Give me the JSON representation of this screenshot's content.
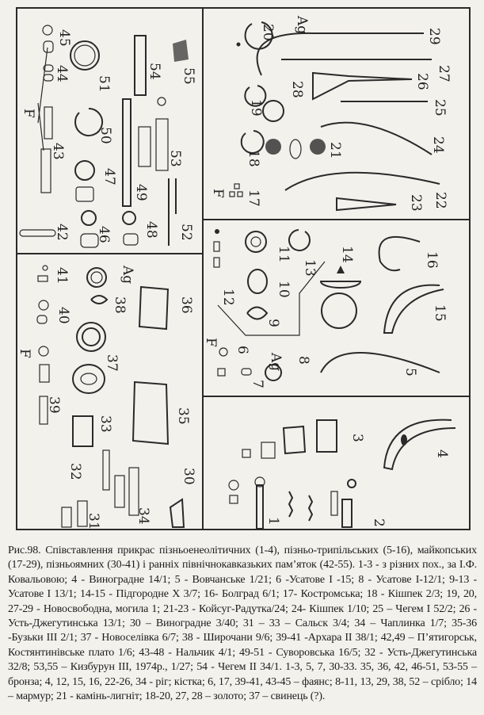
{
  "figure": {
    "labels": {
      "n1": "1",
      "n2": "2",
      "n3": "3",
      "n4": "4",
      "n5": "5",
      "n6": "6",
      "n7": "7",
      "n8": "8",
      "n9": "9",
      "n10": "10",
      "n11": "11",
      "n12": "12",
      "n13": "13",
      "n14": "14",
      "n15": "15",
      "n16": "16",
      "n17": "17",
      "n18": "18",
      "n19": "19",
      "n20": "20",
      "n21": "21",
      "n22": "22",
      "n23": "23",
      "n24": "24",
      "n25": "25",
      "n26": "26",
      "n27": "27",
      "n28": "28",
      "n29": "29",
      "n30": "30",
      "n31": "31",
      "n32": "32",
      "n33": "33",
      "n34": "34",
      "n35": "35",
      "n36": "36",
      "n37": "37",
      "n38": "38",
      "n39": "39",
      "n40": "40",
      "n41": "41",
      "n42": "42",
      "n43": "43",
      "n44": "44",
      "n45": "45",
      "n46": "46",
      "n47": "47",
      "n48": "48",
      "n49": "49",
      "n50": "50",
      "n51": "51",
      "n52": "52",
      "n53": "53",
      "n54": "54",
      "n55": "55",
      "f": "F",
      "ag": "Ag"
    }
  },
  "caption": {
    "text": "Рис.98. Співставлення прикрас пізньоенеолітичних (1-4), пізньо-трипільських (5-16), майкопських (17-29), пізньоямних (30-41) і ранніх північнокавказьких пам’яток (42-55). 1-3 - з різних пох., за І.Ф. Ковальовою; 4 - Виноградне 14/1; 5 - Вовчанське 1/21; 6 -Усатове I -15; 8 - Усатове I-12/1; 9-13 - Усатове I 13/1; 14-15 - Підгородне X 3/7; 16- Болград 6/1; 17- Костромська; 18 - Кішпек 2/3; 19, 20, 27-29 - Новосвободна, могила 1; 21-23 - Койсуг-Радутка/24; 24- Кішпек 1/10; 25 – Чегем I 52/2; 26 - Усть-Джегутинська 13/1; 30 – Виноградне 3/40; 31 – 33 – Сальск 3/4; 34 – Чаплинка 1/7; 35-36 -Бузьки III 2/1; 37 - Новоселівка 6/7; 38 - Широчани 9/6; 39-41 -Архара II 38/1; 42,49 – П’ятигорськ, Костянтинівське плато 1/6; 43-48 - Нальчик 4/1; 49-51 - Суворовська 16/5; 32 - Усть-Джегутинська 32/8; 53,55 – Кизбурун III, 1974р., 1/27; 54 - Чегем II 34/1. 1-3, 5, 7, 30-33. 35, 36, 42, 46-51, 53-55 – бронза; 4, 12, 15, 16, 22-26, 34 - ріг; кістка; 6, 17, 39-41, 43-45 – фаянс; 8-11, 13, 29, 38, 52 – срібло; 14 – мармур; 21 - камінь-лигніт; 18-20, 27, 28 – золото; 37 – свинець (?)."
  }
}
